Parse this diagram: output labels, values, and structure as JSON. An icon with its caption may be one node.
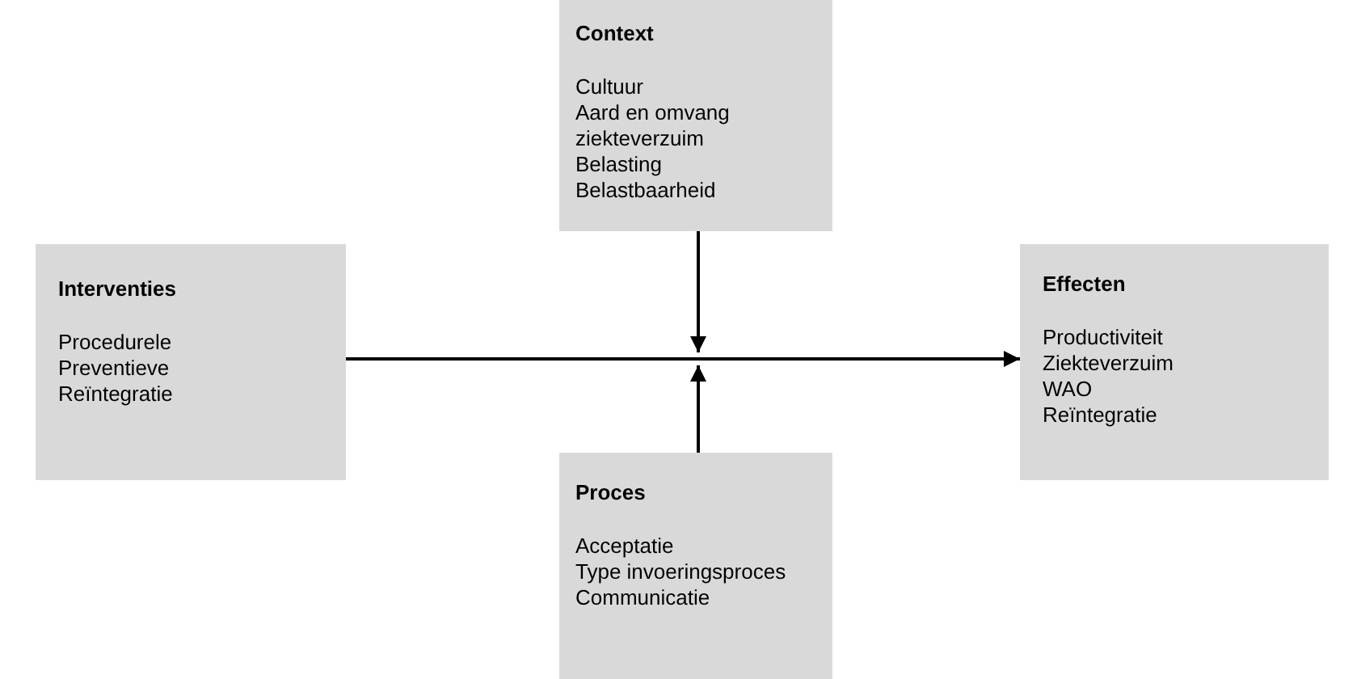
{
  "diagram": {
    "nodes": [
      {
        "text": [
          "Context",
          "Cultuur",
          "Aard en omvang ziekteverzuim",
          "Belasting",
          "Belastbaarheid"
        ]
      },
      {
        "text": [
          "Interventies",
          "Procedurele",
          "Preventieve",
          "Reïntegratie"
        ]
      },
      {
        "text": [
          "Effecten",
          "Productiviteit",
          "Ziekteverzuim",
          "WAO",
          "Reïntegratie"
        ]
      },
      {
        "text": [
          "Proces",
          "Acceptatie",
          "Type invoeringsproces",
          "Communicatie"
        ]
      }
    ],
    "edges": [
      {
        "from": 1,
        "to": 2,
        "arrow": "to"
      },
      {
        "from": 0,
        "to": null,
        "arrow": "to"
      },
      {
        "from": 3,
        "to": null,
        "arrow": "to"
      }
    ]
  }
}
